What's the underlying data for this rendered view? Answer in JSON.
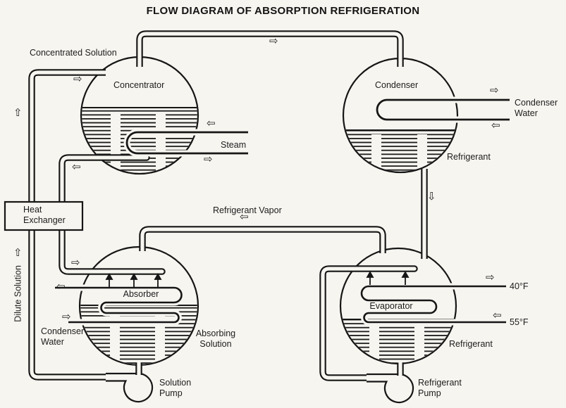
{
  "title": "FLOW DIAGRAM OF ABSORPTION REFRIGERATION",
  "vessels": {
    "concentrator": "Concentrator",
    "condenser": "Condenser",
    "absorber": "Absorber",
    "evaporator": "Evaporator"
  },
  "equipment": {
    "heat_exchanger": "Heat Exchanger",
    "solution_pump": "Solution Pump",
    "refrigerant_pump": "Refrigerant Pump"
  },
  "streams": {
    "concentrated_solution": "Concentrated Solution",
    "dilute_solution": "Dilute Solution",
    "steam": "Steam",
    "refrigerant_vapor": "Refrigerant Vapor",
    "condenser_water_top": "Condenser Water",
    "condenser_water_bottom": "Condenser Water",
    "refrigerant_top": "Refrigerant",
    "refrigerant_bottom": "Refrigerant",
    "absorbing_solution": "Absorbing Solution",
    "temp_chilled": "40°F",
    "temp_return": "55°F"
  },
  "icons": {
    "arrow_right": "⇨",
    "arrow_left": "⇦",
    "arrow_up": "⇧",
    "arrow_down": "⇩"
  },
  "colors": {
    "line": "#1a1a1a",
    "background": "#f7f5f0"
  }
}
